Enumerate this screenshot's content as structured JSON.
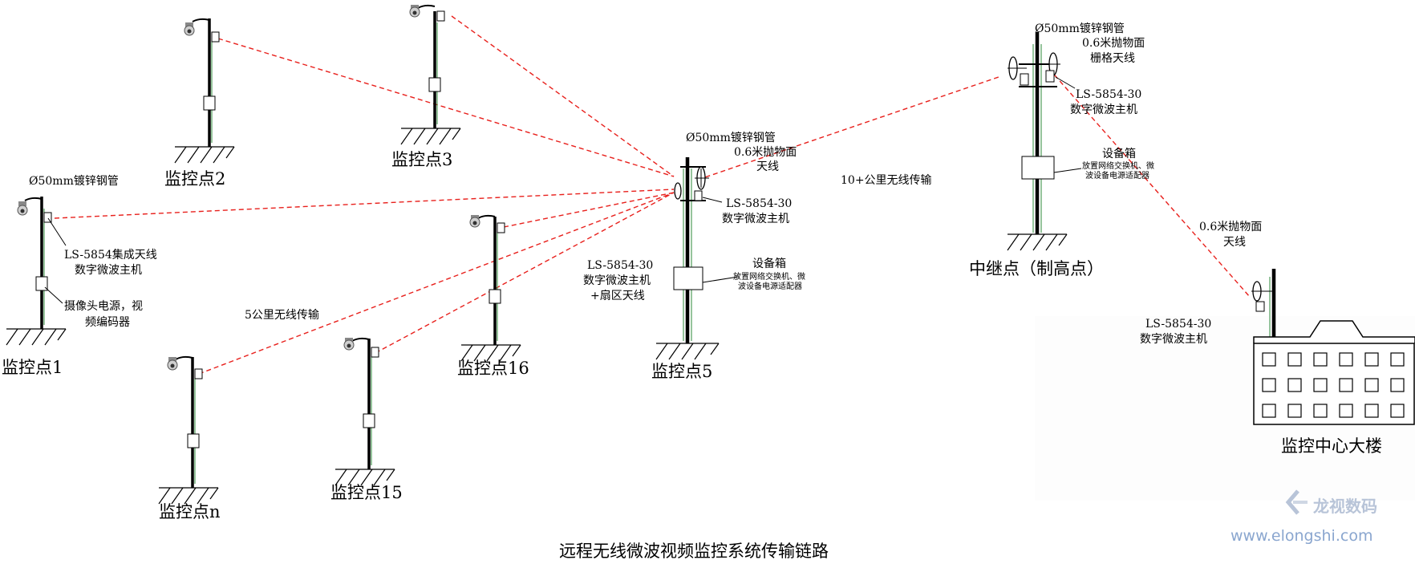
{
  "sites": {
    "s1": "监控点1",
    "s2": "监控点2",
    "s3": "监控点3",
    "s5": "监控点5",
    "sn": "监控点n",
    "s15": "监控点15",
    "s16": "监控点16",
    "relay": "中继点（制高点）",
    "center": "监控中心大楼"
  },
  "annotations": {
    "s1_pipe": "Ø50mm镀锌钢管",
    "s1_host_1": "LS-5854集成天线",
    "s1_host_2": "数字微波主机",
    "s1_box_1": "摄像头电源，视",
    "s1_box_2": "频编码器",
    "s5_pipe": "Ø50mm镀锌钢管",
    "s5_dish_1": "0.6米抛物面",
    "s5_dish_2": "天线",
    "s5_host_1": "LS-5854-30",
    "s5_host_2": "数字微波主机",
    "s5_sector_1": "LS-5854-30",
    "s5_sector_2": "数字微波主机",
    "s5_sector_3": "+扇区天线",
    "s5_box_title": "设备箱",
    "s5_box_1": "放置网络交换机、微",
    "s5_box_2": "波设备电源适配器",
    "relay_pipe": "Ø50mm镀锌钢管",
    "relay_dish_1": "0.6米抛物面",
    "relay_dish_2": "栅格天线",
    "relay_host_1": "LS-5854-30",
    "relay_host_2": "数字微波主机",
    "relay_box_title": "设备箱",
    "relay_box_1": "放置网络交换机、微",
    "relay_box_2": "波设备电源适配器",
    "center_dish_1": "0.6米抛物面",
    "center_dish_2": "天线",
    "center_host_1": "LS-5854-30",
    "center_host_2": "数字微波主机"
  },
  "links": {
    "short": "5公里无线传输",
    "long": "10+公里无线传输"
  },
  "caption": "远程无线微波视频监控系统传输链路",
  "watermark": {
    "brand": "龙视数码",
    "url": "www.elongshi.com"
  },
  "colors": {
    "link": "#e8201c",
    "pole": "#000000",
    "pole_stripe": "#2d8a3a"
  }
}
